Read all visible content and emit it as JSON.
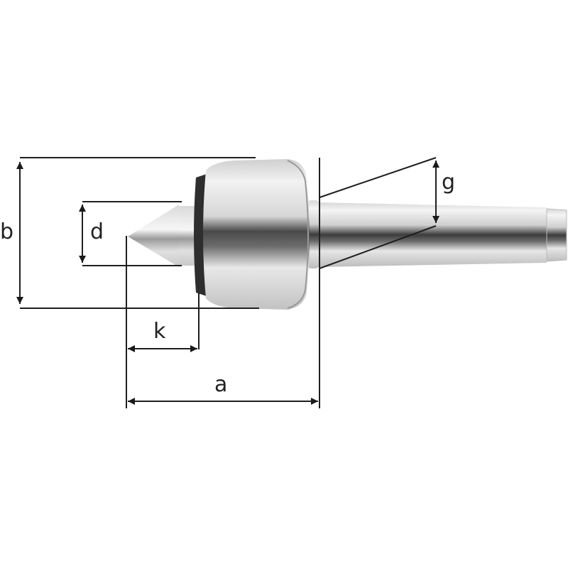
{
  "diagram": {
    "subject": "live center (revolving lathe center) with Morse taper shank",
    "labels": {
      "a": "a",
      "b": "b",
      "d": "d",
      "g": "g",
      "k": "k"
    },
    "colors": {
      "background": "#ffffff",
      "dimension_line": "#222222",
      "steel_light": "#e9e9e9",
      "steel_mid": "#b8b8b8",
      "steel_dark": "#3a3a3a",
      "seal_ring": "#2b2b2b"
    }
  }
}
